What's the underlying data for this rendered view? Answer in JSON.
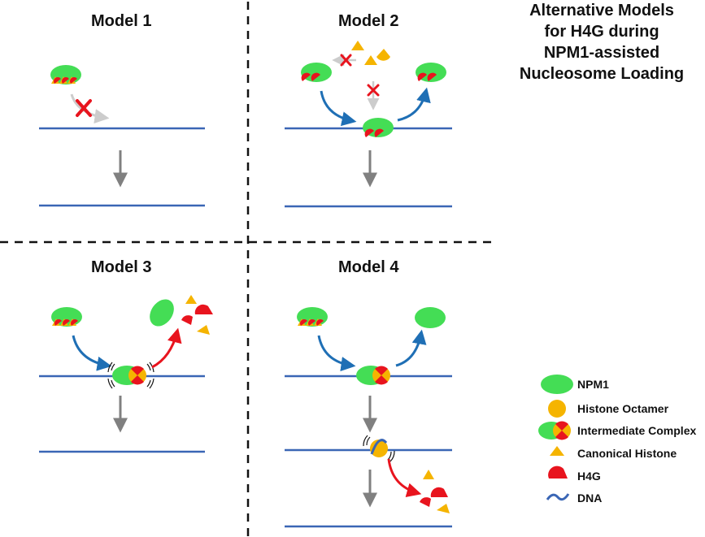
{
  "title": "Alternative Models for H4G during NPM1-assisted Nucleosome Loading",
  "title_lines": [
    "Alternative Models",
    "for H4G during",
    "NPM1-assisted",
    "Nucleosome Loading"
  ],
  "models": [
    {
      "label": "Model 1"
    },
    {
      "label": "Model 2"
    },
    {
      "label": "Model 3"
    },
    {
      "label": "Model 4"
    }
  ],
  "legend": {
    "items": [
      {
        "label": "NPM1",
        "icon": "npm1-icon"
      },
      {
        "label": "Histone Octamer",
        "icon": "histone-octamer-icon"
      },
      {
        "label": "Intermediate Complex",
        "icon": "intermediate-complex-icon"
      },
      {
        "label": "Canonical Histone",
        "icon": "canonical-histone-icon"
      },
      {
        "label": "H4G",
        "icon": "h4g-icon"
      },
      {
        "label": "DNA",
        "icon": "dna-icon"
      }
    ]
  },
  "colors": {
    "npm1": "#44dd55",
    "octamer": "#f5b400",
    "h4g": "#e8141e",
    "dna": "#3a66b5",
    "flow_arrow": "#1f6fb5",
    "release_arrow": "#e8141e",
    "step_arrow": "#808080",
    "blocked_arrow": "#cccccc",
    "block_mark": "#e8141e",
    "divider": "#111111"
  }
}
